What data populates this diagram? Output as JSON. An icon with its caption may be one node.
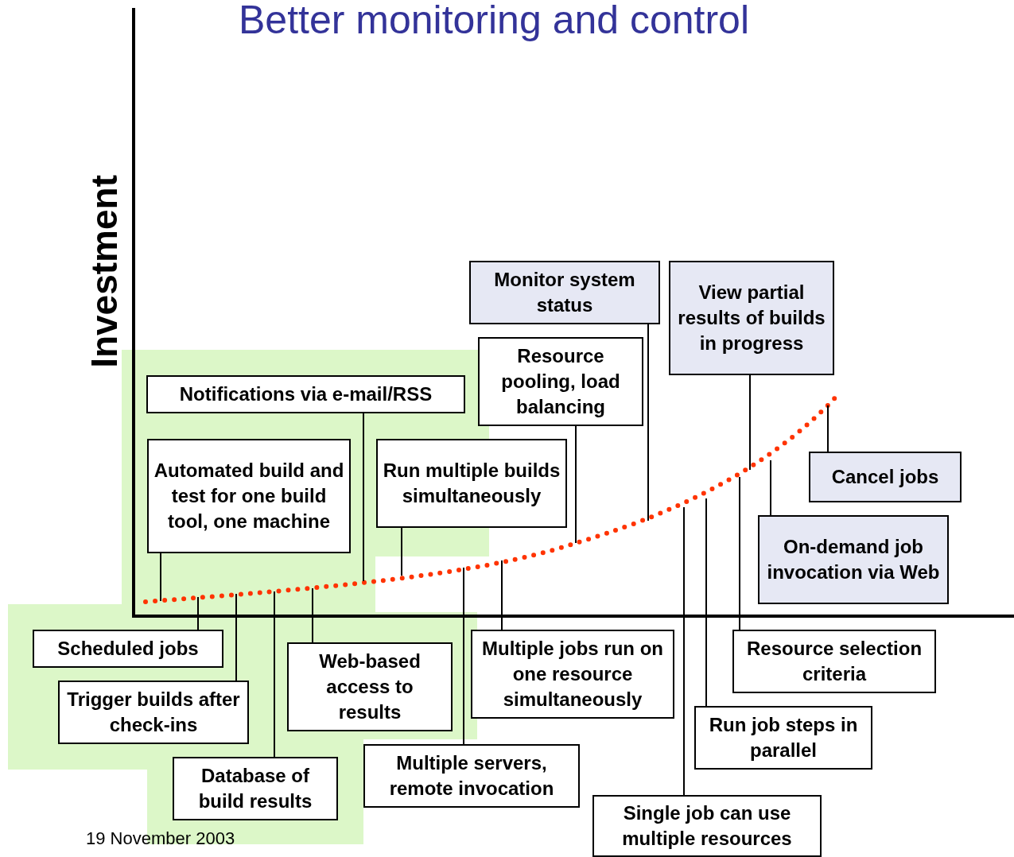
{
  "diagram": {
    "title": "Better monitoring and control",
    "nodes": [
      {
        "text": [
          "Monitor system status"
        ]
      },
      {
        "text": [
          "View partial results of builds in progress"
        ]
      },
      {
        "text": [
          "Notifications via e-mail/RSS"
        ]
      },
      {
        "text": [
          "Resource pooling, load balancing"
        ]
      },
      {
        "text": [
          "Automated build and test for one build tool, one machine"
        ]
      },
      {
        "text": [
          "Run multiple builds simultaneously"
        ]
      },
      {
        "text": [
          "Cancel jobs"
        ]
      },
      {
        "text": [
          "On-demand job invocation via Web"
        ]
      },
      {
        "text": [
          "Scheduled jobs"
        ]
      },
      {
        "text": [
          "Web-based access to results"
        ]
      },
      {
        "text": [
          "Multiple jobs run on one resource simultaneously"
        ]
      },
      {
        "text": [
          "Resource selection criteria"
        ]
      },
      {
        "text": [
          "Trigger builds after check-ins"
        ]
      },
      {
        "text": [
          "Run job steps in parallel"
        ]
      },
      {
        "text": [
          "Multiple servers, remote invocation"
        ]
      },
      {
        "text": [
          "Database of build results"
        ]
      },
      {
        "text": [
          "Single job can use multiple resources"
        ]
      }
    ],
    "edges": [
      {
        "from": 0,
        "to": null,
        "arrow": "none"
      },
      {
        "from": 1,
        "to": null,
        "arrow": "none"
      },
      {
        "from": 2,
        "to": null,
        "arrow": "none"
      },
      {
        "from": 3,
        "to": null,
        "arrow": "none"
      },
      {
        "from": 4,
        "to": null,
        "arrow": "none"
      },
      {
        "from": 5,
        "to": null,
        "arrow": "none"
      },
      {
        "from": 6,
        "to": null,
        "arrow": "none"
      },
      {
        "from": 7,
        "to": null,
        "arrow": "none"
      },
      {
        "from": 8,
        "to": null,
        "arrow": "none"
      },
      {
        "from": 9,
        "to": null,
        "arrow": "none"
      },
      {
        "from": 10,
        "to": null,
        "arrow": "none"
      },
      {
        "from": 11,
        "to": null,
        "arrow": "none"
      },
      {
        "from": 12,
        "to": null,
        "arrow": "none"
      },
      {
        "from": 13,
        "to": null,
        "arrow": "none"
      },
      {
        "from": 14,
        "to": null,
        "arrow": "none"
      },
      {
        "from": 15,
        "to": null,
        "arrow": "none"
      },
      {
        "from": 16,
        "to": null,
        "arrow": "none"
      }
    ],
    "labels": [
      "Investment",
      "19 November 2003"
    ]
  }
}
